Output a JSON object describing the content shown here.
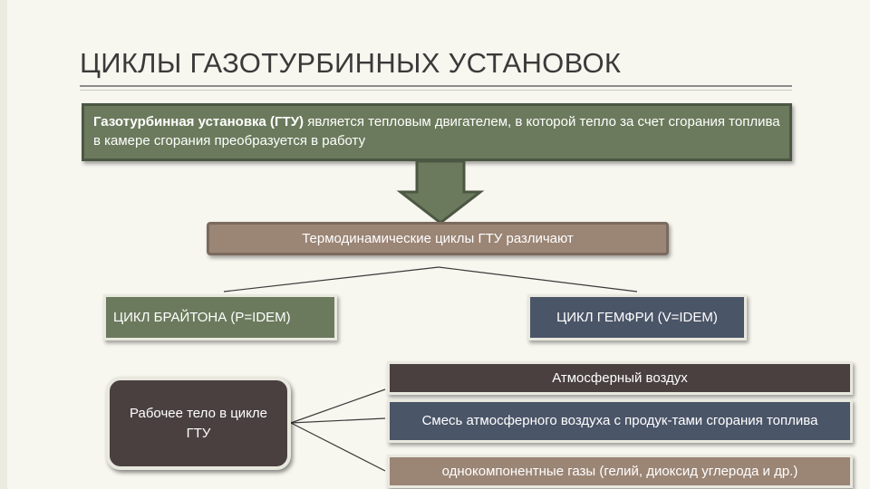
{
  "slide": {
    "title": "ЦИКЛЫ ГАЗОТУРБИННЫХ УСТАНОВОК"
  },
  "definition": {
    "term": "Газотурбинная установка (ГТУ)",
    "text": " является тепловым двигателем, в которой тепло за счет сгорания топлива в камере сгорания преобразуется в работу"
  },
  "cycles": {
    "heading": "Термодинамические циклы ГТУ различают",
    "items": [
      "ЦИКЛ БРАЙТОНА (P=IDEM)",
      "ЦИКЛ ГЕМФРИ (V=IDEM)"
    ]
  },
  "working_body": {
    "label": "Рабочее тело в цикле ГТУ",
    "options": [
      "Атмосферный воздух",
      "Смесь атмосферного воздуха с продук-тами сгорания топлива",
      "однокомпонентные газы (гелий, диоксид углерода и др.)"
    ]
  },
  "colors": {
    "green": "#6b7a5c",
    "brown": "#9b8575",
    "slate": "#4b5568",
    "dark": "#4a4040"
  }
}
